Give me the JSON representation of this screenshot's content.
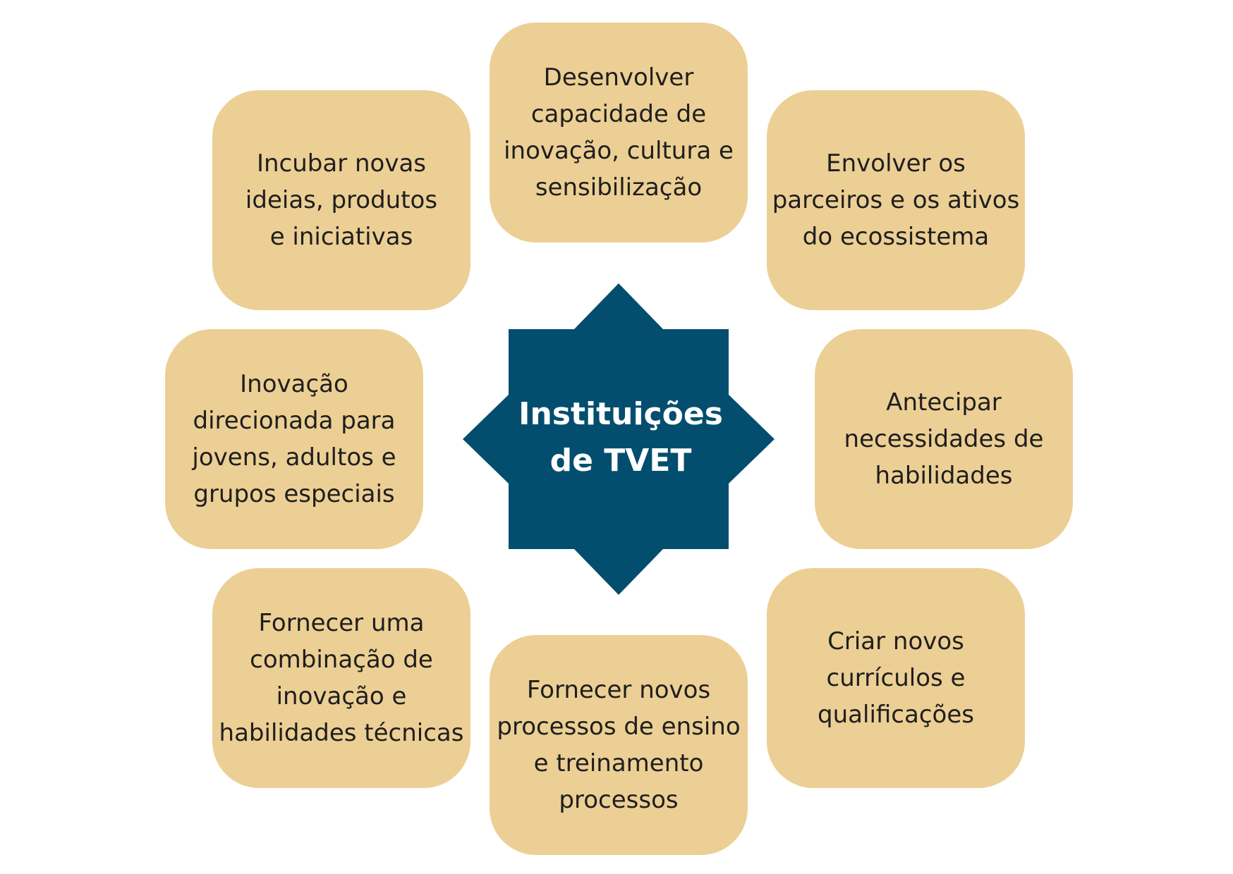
{
  "colors": {
    "box_fill": "#eccf94",
    "star_fill": "#034e6e",
    "box_text": "#1e1e1e",
    "center_text": "#ffffff"
  },
  "center": {
    "lines": [
      "Instituições",
      "de TVET"
    ]
  },
  "boxes": {
    "top": {
      "lines": [
        "Desenvolver",
        "capacidade de",
        "inovação, cultura e",
        "sensibilização"
      ]
    },
    "top_right": {
      "lines": [
        "Envolver os",
        "parceiros e os ativos",
        "do ecossistema"
      ]
    },
    "right": {
      "lines": [
        "Antecipar",
        "necessidades de",
        "habilidades"
      ]
    },
    "bottom_right": {
      "lines": [
        "Criar novos",
        "currículos e",
        "qualificações"
      ]
    },
    "bottom": {
      "lines": [
        "Fornecer novos",
        "processos de ensino",
        "e treinamento",
        "processos"
      ]
    },
    "bottom_left": {
      "lines": [
        "Fornecer uma",
        "combinação de",
        "inovação e",
        "habilidades técnicas"
      ]
    },
    "left": {
      "lines": [
        "Inovação",
        "direcionada para",
        "jovens, adultos e",
        "grupos especiais"
      ]
    },
    "top_left": {
      "lines": [
        "Incubar novas",
        "ideias, produtos",
        "e iniciativas"
      ]
    }
  }
}
